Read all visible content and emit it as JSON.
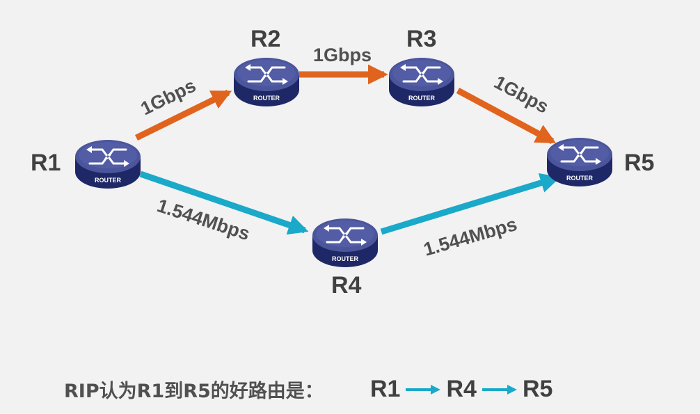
{
  "colors": {
    "fast_link": "#e0641e",
    "slow_link": "#1aa9c8",
    "router_top": "#4b559c",
    "router_side": "#1f2866"
  },
  "routers": {
    "r1": {
      "name": "R1",
      "badge": "ROUTER"
    },
    "r2": {
      "name": "R2",
      "badge": "ROUTER"
    },
    "r3": {
      "name": "R3",
      "badge": "ROUTER"
    },
    "r4": {
      "name": "R4",
      "badge": "ROUTER"
    },
    "r5": {
      "name": "R5",
      "badge": "ROUTER"
    }
  },
  "links": {
    "r1_r2": "1Gbps",
    "r2_r3": "1Gbps",
    "r3_r5": "1Gbps",
    "r1_r4": "1.544Mbps",
    "r4_r5": "1.544Mbps"
  },
  "caption": {
    "text": "RIP认为R1到R5的好路由是：",
    "path": [
      "R1",
      "R4",
      "R5"
    ]
  }
}
